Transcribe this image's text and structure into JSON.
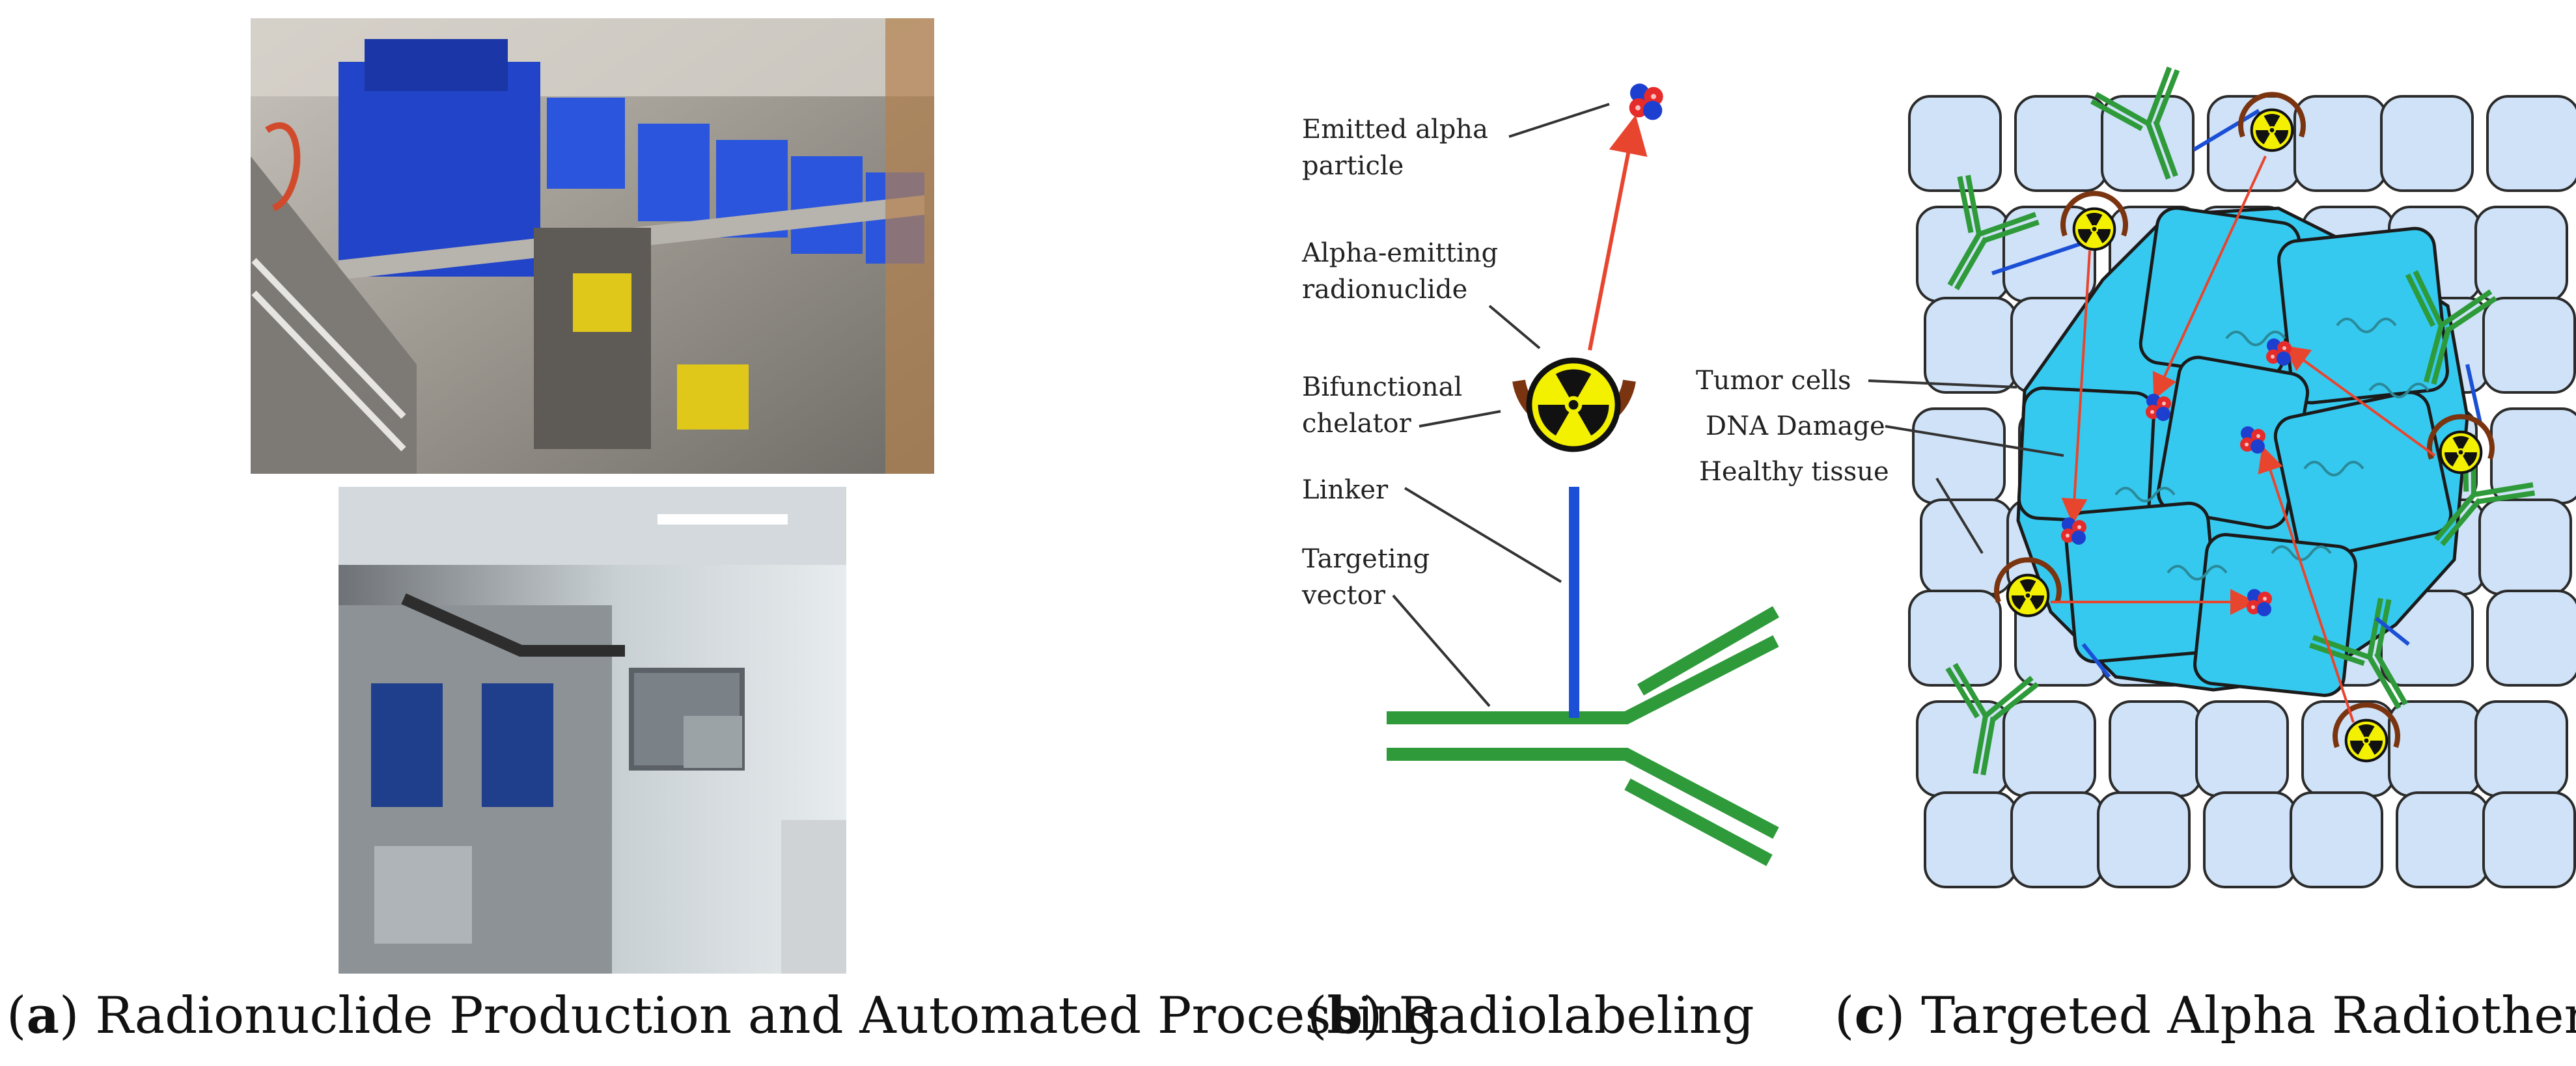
{
  "captions": {
    "a_letter": "a",
    "a_text": "Radionuclide Production and Automated Processing",
    "b_letter": "b",
    "b_text": "Radiolabeling",
    "c_letter": "c",
    "c_text": "Targeted Alpha Radiotherapy"
  },
  "panel_b": {
    "label_emitted_line1": "Emitted alpha",
    "label_emitted_line2": "particle",
    "label_alpha_line1": "Alpha-emitting",
    "label_alpha_line2": "radionuclide",
    "label_chelator_line1": "Bifunctional",
    "label_chelator_line2": "chelator",
    "label_linker": "Linker",
    "label_vector_line1": "Targeting",
    "label_vector_line2": "vector"
  },
  "panel_c": {
    "label_tumor": "Tumor cells",
    "label_dna": "DNA Damage",
    "label_healthy": "Healthy tissue"
  },
  "colors": {
    "healthy_cell": "#cfe2f7",
    "tumor_cell": "#36c9ef",
    "antibody": "#2e9a3a",
    "linker": "#1a4fd6",
    "alpha_arrow": "#e8452f",
    "chelator": "#7a3410",
    "hazard_yellow": "#f3f000"
  }
}
